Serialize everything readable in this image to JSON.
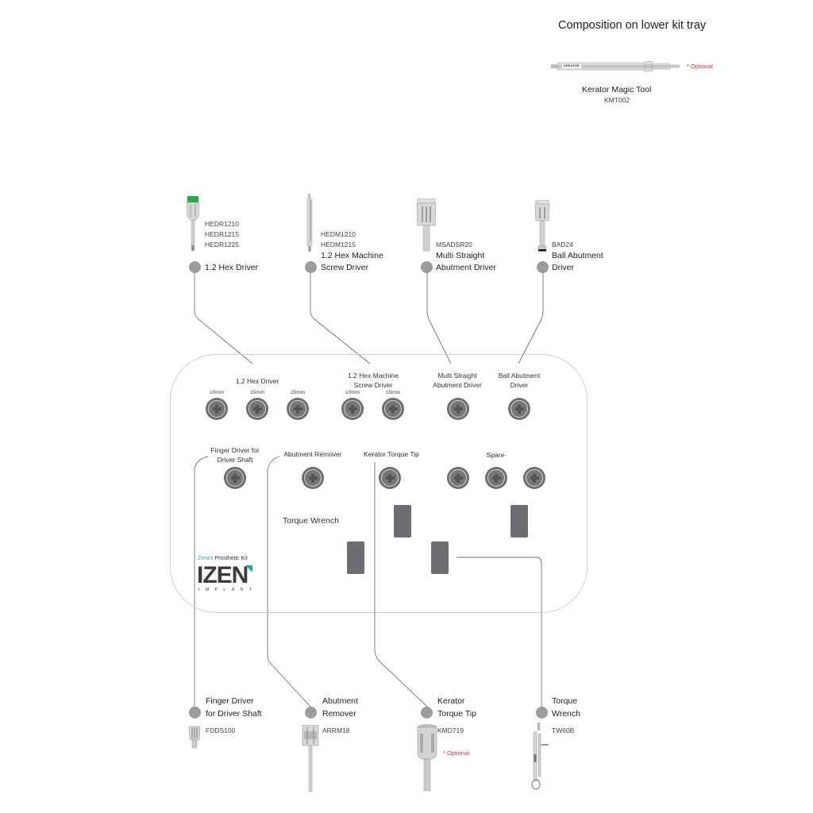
{
  "header": {
    "title": "Composition on lower kit tray"
  },
  "kerator_magic_tool": {
    "name": "Kerator Magic Tool",
    "code": "KMT002",
    "engraving": "KERATOR",
    "optional": "* Optional"
  },
  "top_tools": [
    {
      "label_lines": [
        "1.2 Hex Driver"
      ],
      "codes": [
        "HEDR1210",
        "HEDR1215",
        "HEDR1225"
      ],
      "icon": "hex-driver-icon"
    },
    {
      "label_lines": [
        "1.2 Hex Machine",
        "Screw Driver"
      ],
      "codes": [
        "HEDM1210",
        "HEDM1215"
      ],
      "icon": "machine-screw-driver-icon"
    },
    {
      "label_lines": [
        "Multi Straight",
        "Abutment Driver"
      ],
      "codes": [
        "MSADSR20"
      ],
      "icon": "multi-straight-abutment-driver-icon"
    },
    {
      "label_lines": [
        "Ball Abutment",
        "Driver"
      ],
      "codes": [
        "BAD24"
      ],
      "icon": "ball-abutment-driver-icon"
    }
  ],
  "tray": {
    "groups_row1": [
      {
        "label_lines": [
          "1.2 Hex Driver"
        ],
        "sizes": [
          "10mm",
          "15mm",
          "25mm"
        ]
      },
      {
        "label_lines": [
          "1.2 Hex Machine",
          "Screw Driver"
        ],
        "sizes": [
          "10mm",
          "15mm"
        ]
      },
      {
        "label_lines": [
          "Multi Straight",
          "Abutment Driver"
        ],
        "sizes": [
          ""
        ]
      },
      {
        "label_lines": [
          "Ball Abutment",
          "Driver"
        ],
        "sizes": [
          ""
        ]
      }
    ],
    "groups_row2": [
      {
        "label_lines": [
          "Finger Driver for",
          "Driver Shaft"
        ]
      },
      {
        "label_lines": [
          "Abutment Remover"
        ]
      },
      {
        "label_lines": [
          "Kerator Torque Tip"
        ]
      },
      {
        "label_lines": [
          "Spare"
        ]
      }
    ],
    "torque_wrench_label": "Torque Wrench",
    "logo": {
      "brand_prefix": "Zenex",
      "brand_suffix": "Prosthetic Kit",
      "wordmark": "IZEN",
      "subtitle": "IMPLANT",
      "accent_color": "#2aa5b5"
    }
  },
  "bottom_tools": [
    {
      "label_lines": [
        "Finger Driver",
        "for Driver Shaft"
      ],
      "codes": [
        "FDDS100"
      ],
      "icon": "finger-driver-icon",
      "optional": ""
    },
    {
      "label_lines": [
        "Abutment",
        "Remover"
      ],
      "codes": [
        "ARRM18"
      ],
      "icon": "abutment-remover-icon",
      "optional": ""
    },
    {
      "label_lines": [
        "Kerator",
        "Torque Tip"
      ],
      "codes": [
        "KMD719"
      ],
      "icon": "kerator-torque-tip-icon",
      "optional": "* Optional"
    },
    {
      "label_lines": [
        "Torque",
        "Wrench"
      ],
      "codes": [
        "TW60B"
      ],
      "icon": "torque-wrench-icon",
      "optional": ""
    }
  ],
  "colors": {
    "optional_text": "#d8343a",
    "dot": "#9c9c9c",
    "socket": "#6e6e70",
    "tray_border": "#cfcfcf",
    "green_cap": "#27a844"
  }
}
